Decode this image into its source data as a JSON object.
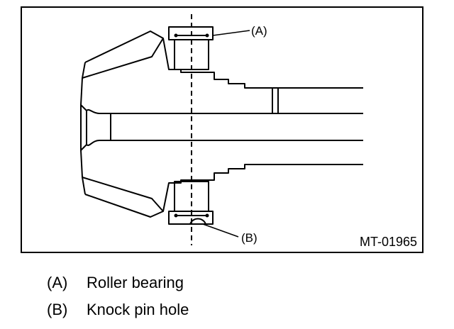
{
  "figure": {
    "callout_a": "(A)",
    "callout_b": "(B)",
    "figure_id": "MT-01965"
  },
  "legend": [
    {
      "key": "(A)",
      "text": "Roller bearing"
    },
    {
      "key": "(B)",
      "text": "Knock pin hole"
    }
  ]
}
